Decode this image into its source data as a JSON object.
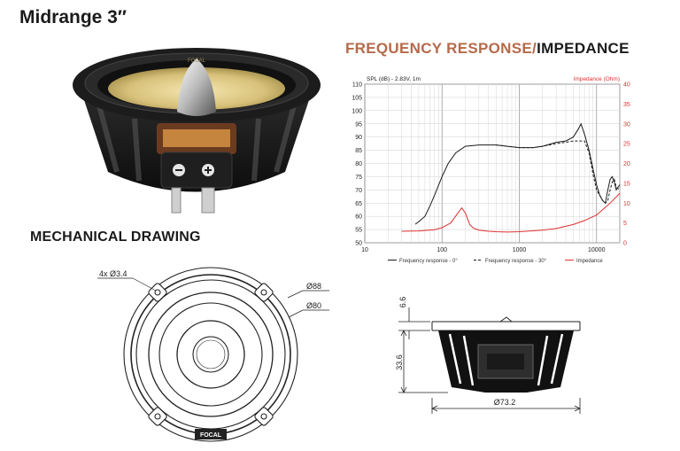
{
  "page": {
    "title": "Midrange 3″",
    "mechanical_title": "MECHANICAL DRAWING",
    "fr_title_part1": "FREQUENCY RESPONSE",
    "fr_title_sep": "/",
    "fr_title_part2": "IMPEDANCE",
    "colors": {
      "accent": "#b56a4a",
      "impedance": "#e03030",
      "text": "#1b1b1b"
    }
  },
  "drawing": {
    "front_holes_label": "4x Ø3.4",
    "front_outer_label": "Ø88",
    "front_inner_label": "Ø80",
    "side_depth_label": "33.6",
    "side_flange_label": "6.6",
    "side_width_label": "Ø73.2",
    "brand": "FOCAL"
  },
  "photo": {
    "brand": "FOCAL"
  },
  "chart_data": {
    "type": "line",
    "left_axis_label": "SPL (dB) - 2.83V, 1m",
    "right_axis_label": "Impedance (Ohm)",
    "xscale": "log",
    "xlim": [
      10,
      20000
    ],
    "ylim_left": [
      50,
      110
    ],
    "ylim_right": [
      0,
      40
    ],
    "x_ticks": [
      "10",
      "100",
      "1000",
      "10000"
    ],
    "y_ticks_left": [
      "50",
      "55",
      "60",
      "65",
      "70",
      "75",
      "80",
      "85",
      "90",
      "95",
      "100",
      "105",
      "110"
    ],
    "y_ticks_right": [
      "0",
      "5",
      "10",
      "15",
      "20",
      "25",
      "30",
      "35",
      "40"
    ],
    "grid": true,
    "legend": [
      "Frequency response - 0°",
      "Frequency response - 30°",
      "Impedance"
    ],
    "legend_position": "bottom",
    "series": [
      {
        "name": "Frequency response - 0°",
        "axis": "left",
        "style": "solid",
        "color": "#1b1b1b",
        "x": [
          45,
          50,
          60,
          70,
          80,
          100,
          120,
          150,
          200,
          300,
          500,
          700,
          1000,
          1500,
          2000,
          3000,
          4000,
          5000,
          5800,
          6300,
          7000,
          8000,
          9000,
          10000,
          11000,
          12000,
          13000,
          14000,
          15000,
          16000,
          17000,
          18000,
          20000
        ],
        "y": [
          57,
          58,
          60,
          64,
          68,
          75,
          80,
          84,
          86.5,
          87,
          87,
          86.5,
          86,
          86,
          86.5,
          88,
          88.5,
          90,
          93,
          95,
          91,
          85,
          78,
          72,
          68,
          66,
          65,
          70,
          74,
          75,
          73,
          70,
          72
        ]
      },
      {
        "name": "Frequency response - 30°",
        "axis": "left",
        "style": "dashed",
        "color": "#1b1b1b",
        "x": [
          500,
          700,
          1000,
          1500,
          2000,
          3000,
          4000,
          5000,
          6000,
          7000,
          8000,
          9000,
          10000,
          11000,
          12000,
          13000,
          14000,
          15000,
          16000,
          17000,
          18000,
          20000
        ],
        "y": [
          87,
          86.5,
          86,
          86,
          86.5,
          87.5,
          88,
          88.5,
          88.5,
          88.5,
          84,
          76,
          70,
          68,
          66,
          65,
          66,
          70,
          73,
          74,
          71,
          70
        ]
      },
      {
        "name": "Impedance",
        "axis": "right",
        "style": "solid",
        "color": "#e03030",
        "x": [
          30,
          50,
          80,
          100,
          130,
          160,
          180,
          200,
          230,
          260,
          300,
          400,
          500,
          700,
          1000,
          2000,
          3000,
          5000,
          7000,
          10000,
          15000,
          20000
        ],
        "y": [
          2.9,
          3,
          3.3,
          3.8,
          5,
          7.5,
          8.8,
          7.5,
          4.5,
          3.6,
          3.2,
          2.9,
          2.8,
          2.7,
          2.8,
          3.2,
          3.6,
          4.6,
          5.6,
          7,
          10,
          12.5
        ]
      }
    ]
  }
}
